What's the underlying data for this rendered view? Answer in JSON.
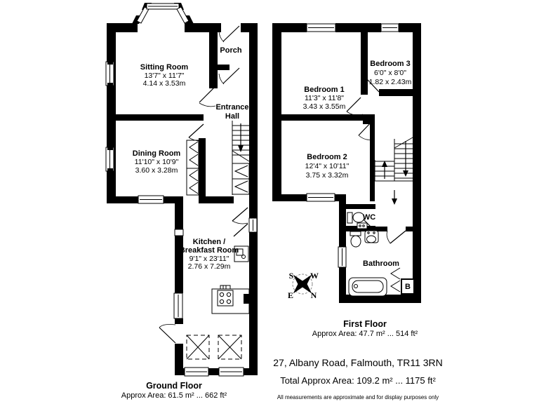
{
  "ground_floor": {
    "floor_label": "Ground Floor",
    "area_label": "Approx Area: 61.5 m² ... 662 ft²",
    "sitting_room": {
      "name": "Sitting Room",
      "imperial": "13'7\" x 11'7\"",
      "metric": "4.14 x 3.53m"
    },
    "porch": {
      "name": "Porch"
    },
    "entrance_hall": {
      "line1": "Entrance",
      "line2": "Hall"
    },
    "dining_room": {
      "name": "Dining Room",
      "imperial": "11'10\" x 10'9\"",
      "metric": "3.60 x 3.28m"
    },
    "kitchen": {
      "line1": "Kitchen /",
      "line2": "Breakfast Room",
      "imperial": "9'1\" x 23'11\"",
      "metric": "2.76 x 7.29m"
    }
  },
  "first_floor": {
    "floor_label": "First Floor",
    "area_label": "Approx Area: 47.7 m² ... 514 ft²",
    "bedroom1": {
      "name": "Bedroom 1",
      "imperial": "11'3\" x 11'8\"",
      "metric": "3.43 x 3.55m"
    },
    "bedroom2": {
      "name": "Bedroom 2",
      "imperial": "12'4\" x 10'11\"",
      "metric": "3.75 x 3.32m"
    },
    "bedroom3": {
      "name": "Bedroom 3",
      "imperial": "6'0\" x 8'0\"",
      "metric": "1.82 x 2.43m"
    },
    "wc": {
      "name": "WC"
    },
    "bathroom": {
      "name": "Bathroom"
    },
    "boiler": {
      "label": "B"
    }
  },
  "compass": {
    "top_left": "S",
    "top_right": "W",
    "bottom_left": "E",
    "bottom_right": "N"
  },
  "footer": {
    "address": "27, Albany Road, Falmouth, TR11 3RN",
    "total_area": "Total Approx Area: 109.2 m² ... 1175 ft²",
    "disclaimer": "All measurements are approximate and for display purposes only"
  },
  "colors": {
    "wall": "#000000",
    "background": "#ffffff"
  }
}
